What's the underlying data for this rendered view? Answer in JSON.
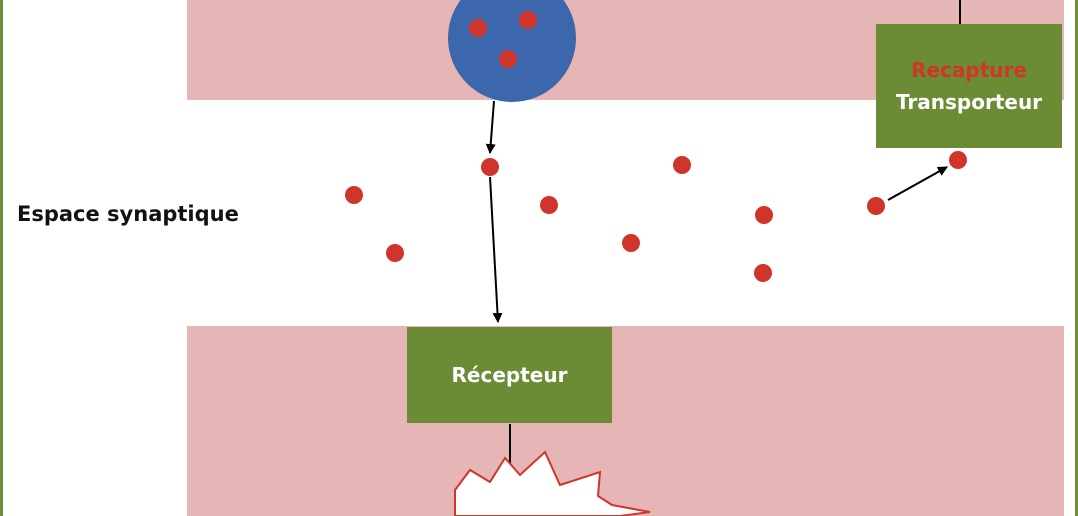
{
  "labels": {
    "synaptic_space": "Espace synaptique",
    "reuptake": "Recapture",
    "transporter": "Transporteur",
    "receptor": "Récepteur"
  },
  "colors": {
    "membrane": "#e6b5b5",
    "vesicle": "#3d67ad",
    "neurotransmitter": "#d0352b",
    "box": "#6c8b35",
    "frame": "#6f8f3a",
    "reuptake_text": "#d0352b"
  }
}
